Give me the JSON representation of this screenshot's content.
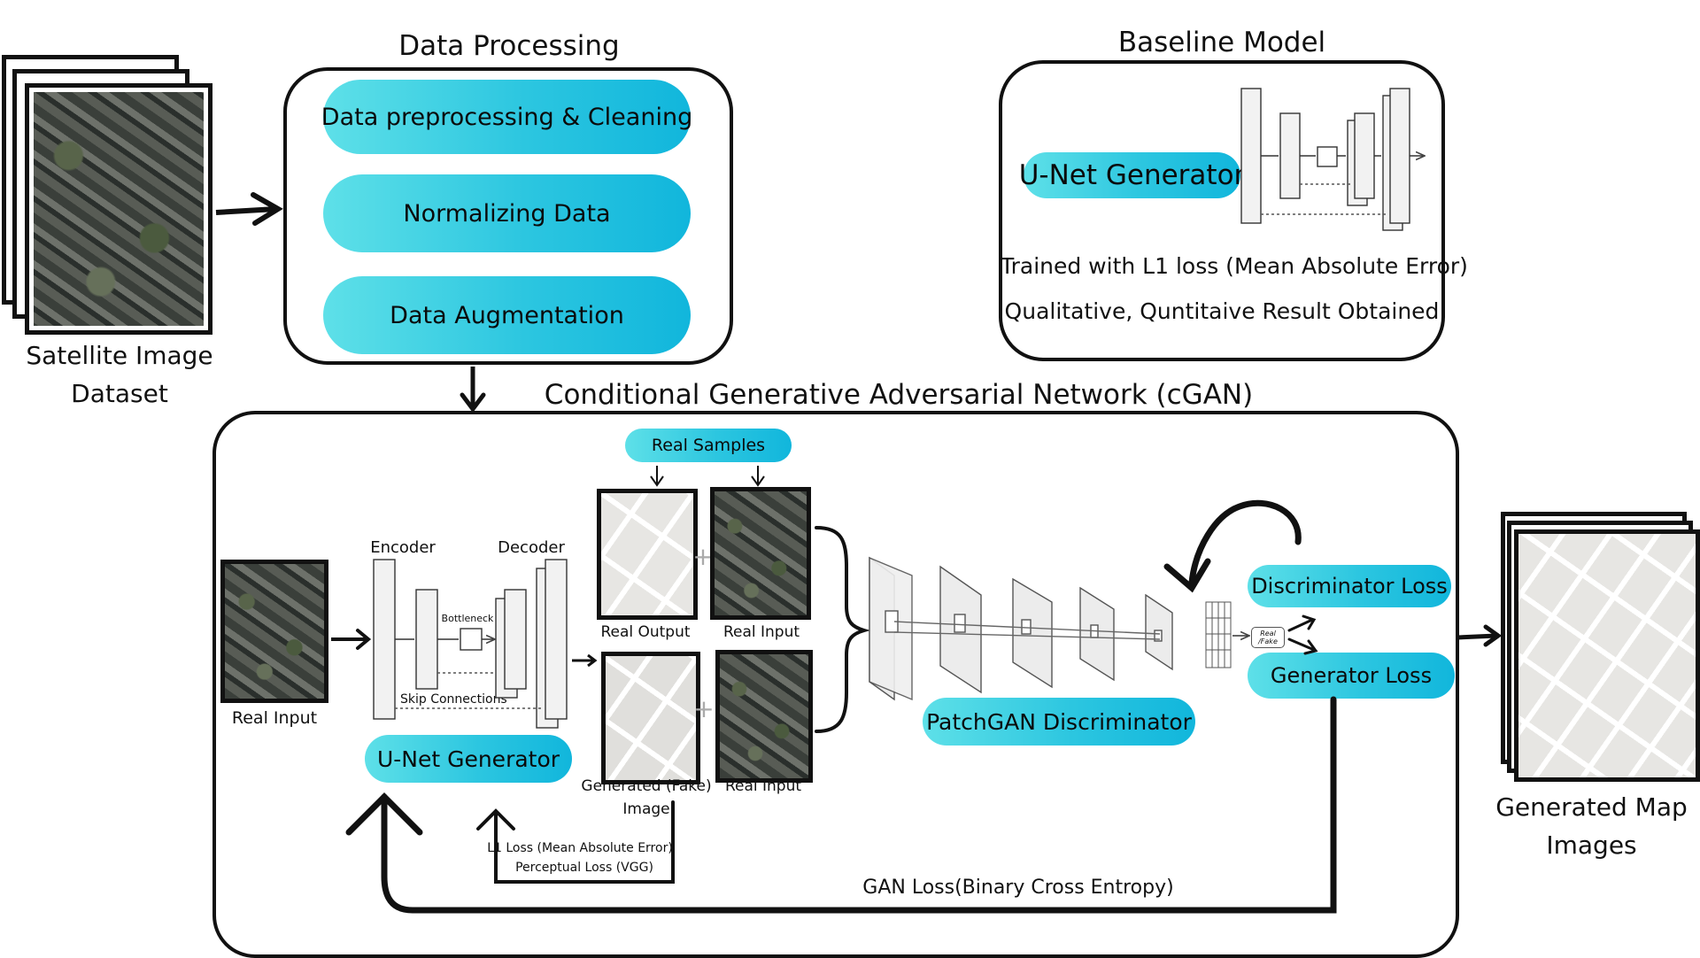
{
  "input_dataset": {
    "label_line1": "Satellite Image",
    "label_line2": "Dataset"
  },
  "data_processing": {
    "title": "Data Processing",
    "steps": [
      "Data preprocessing & Cleaning",
      "Normalizing Data",
      "Data Augmentation"
    ]
  },
  "baseline": {
    "title": "Baseline Model",
    "generator_label": "U-Net Generator",
    "line1": "Trained with L1 loss (Mean Absolute Error)",
    "line2": "Qualitative, Quntitaive Result Obtained"
  },
  "cgan": {
    "title": "Conditional Generative Adversarial Network (cGAN)",
    "real_input_label": "Real Input",
    "encoder_label": "Encoder",
    "decoder_label": "Decoder",
    "bottleneck_label": "Bottleneck",
    "skip_label": "Skip Connections",
    "generator_label": "U-Net Generator",
    "real_samples_label": "Real Samples",
    "real_output_label": "Real Output",
    "pair_real_input_label": "Real Input",
    "generated_label_line1": "Generated (Fake)",
    "generated_label_line2": "Image",
    "pair2_real_input_label": "Real Input",
    "discriminator_label": "PatchGAN Discriminator",
    "real_fake_line1": "Real",
    "real_fake_line2": "/Fake",
    "disc_loss_label": "Discriminator Loss",
    "gen_loss_label": "Generator Loss",
    "l1_loss_label": "L1 Loss (Mean Absolute Error)",
    "perceptual_loss_label": "Perceptual Loss (VGG)",
    "gan_loss_label": "GAN Loss(Binary Cross Entropy)",
    "plus": "+"
  },
  "output": {
    "label_line1": "Generated Map",
    "label_line2": "Images"
  }
}
